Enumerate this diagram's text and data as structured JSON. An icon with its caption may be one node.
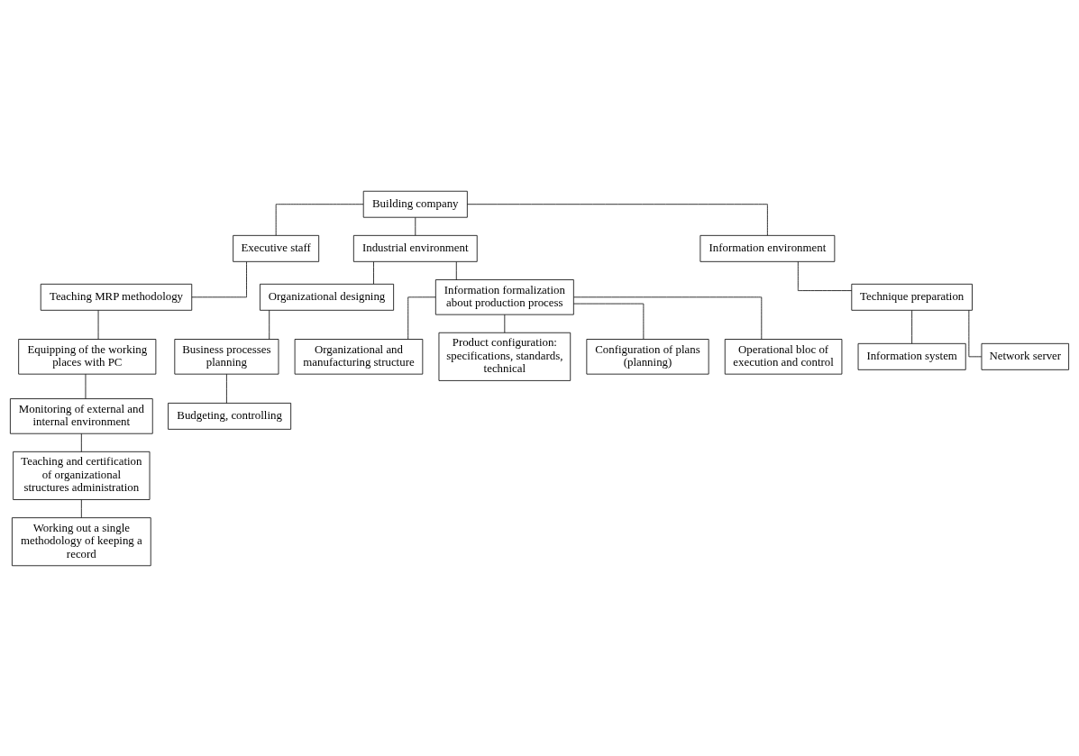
{
  "diagram": {
    "nodes": [
      {
        "text": [
          "Building company"
        ]
      },
      {
        "text": [
          "Executive staff"
        ]
      },
      {
        "text": [
          "Industrial environment"
        ]
      },
      {
        "text": [
          "Information environment"
        ]
      },
      {
        "text": [
          "Teaching MRP methodology"
        ]
      },
      {
        "text": [
          "Equipping of the working places with PC"
        ]
      },
      {
        "text": [
          "Monitoring of external and internal environment"
        ]
      },
      {
        "text": [
          "Teaching and certification of organizational structures administration"
        ]
      },
      {
        "text": [
          "Working out a single methodology of keeping a record"
        ]
      },
      {
        "text": [
          "Organizational designing"
        ]
      },
      {
        "text": [
          "Business processes planning"
        ]
      },
      {
        "text": [
          "Budgeting, controlling"
        ]
      },
      {
        "text": [
          "Technique preparation"
        ]
      },
      {
        "text": [
          "Information system"
        ]
      },
      {
        "text": [
          "Network server"
        ]
      },
      {
        "text": [
          "Information formalization about production process"
        ]
      },
      {
        "text": [
          "Organizational and manufacturing structure"
        ]
      },
      {
        "text": [
          "Product configuration: specifications, standards, technical"
        ]
      },
      {
        "text": [
          "Configuration of plans (planning)"
        ]
      },
      {
        "text": [
          "Operational bloc of execution and control"
        ]
      }
    ],
    "edges": [
      {
        "from": 0,
        "to": 1,
        "arrow": "none"
      },
      {
        "from": 0,
        "to": 2,
        "arrow": "none"
      },
      {
        "from": 0,
        "to": 3,
        "arrow": "none"
      },
      {
        "from": 1,
        "to": 4,
        "arrow": "none"
      },
      {
        "from": 2,
        "to": 9,
        "arrow": "none"
      },
      {
        "from": 3,
        "to": 12,
        "arrow": "none"
      },
      {
        "from": 2,
        "to": 15,
        "arrow": "none"
      },
      {
        "from": 4,
        "to": 5,
        "arrow": "none"
      },
      {
        "from": 5,
        "to": 6,
        "arrow": "none"
      },
      {
        "from": 6,
        "to": 7,
        "arrow": "none"
      },
      {
        "from": 7,
        "to": 8,
        "arrow": "none"
      },
      {
        "from": 9,
        "to": 10,
        "arrow": "none"
      },
      {
        "from": 10,
        "to": 11,
        "arrow": "none"
      },
      {
        "from": 12,
        "to": 13,
        "arrow": "none"
      },
      {
        "from": 12,
        "to": 14,
        "arrow": "none"
      },
      {
        "from": 15,
        "to": 16,
        "arrow": "none"
      },
      {
        "from": 15,
        "to": 17,
        "arrow": "none"
      },
      {
        "from": 15,
        "to": 18,
        "arrow": "none"
      },
      {
        "from": 15,
        "to": 19,
        "arrow": "none"
      }
    ]
  }
}
